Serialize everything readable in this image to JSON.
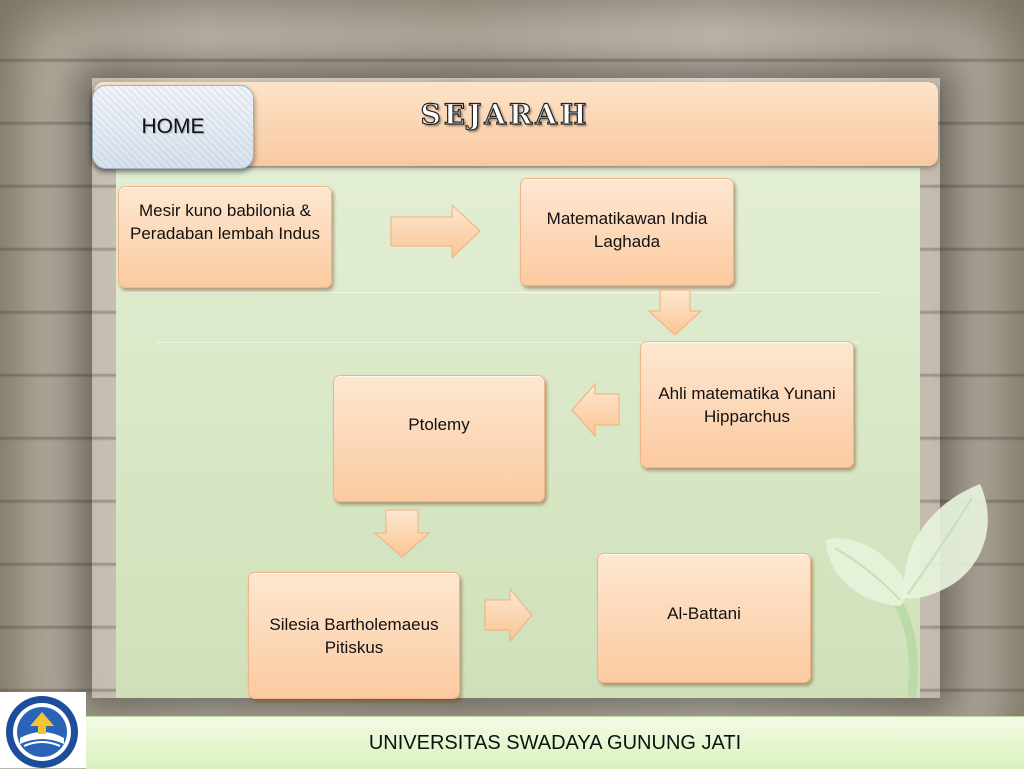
{
  "header": {
    "home_label": "HOME",
    "title": "SEJARAH"
  },
  "flow": {
    "nodes": [
      {
        "id": "n1",
        "label": "Mesir kuno babilonia & Peradaban lembah Indus"
      },
      {
        "id": "n2",
        "label": "Matematikawan India Laghada"
      },
      {
        "id": "n3",
        "label": "Ahli matematika Yunani Hipparchus"
      },
      {
        "id": "n4",
        "label": "Ptolemy"
      },
      {
        "id": "n5",
        "label": "Silesia Bartholemaeus Pitiskus"
      },
      {
        "id": "n6",
        "label": "Al-Battani"
      }
    ],
    "edges": [
      {
        "from": "n1",
        "to": "n2",
        "direction": "right"
      },
      {
        "from": "n2",
        "to": "n3",
        "direction": "down"
      },
      {
        "from": "n3",
        "to": "n4",
        "direction": "left"
      },
      {
        "from": "n4",
        "to": "n5",
        "direction": "down"
      },
      {
        "from": "n5",
        "to": "n6",
        "direction": "right"
      }
    ]
  },
  "footer": {
    "text": "UNIVERSITAS SWADAYA GUNUNG JATI"
  },
  "colors": {
    "node_fill": "#fccaa0",
    "node_border": "#f1b585",
    "panel": "#d6e6c3",
    "footer": "#d9f2bd",
    "home_button": "#e4eaf2"
  },
  "icons": {
    "logo": "university-seal-icon",
    "decoration": "leaf-sprout-icon"
  }
}
